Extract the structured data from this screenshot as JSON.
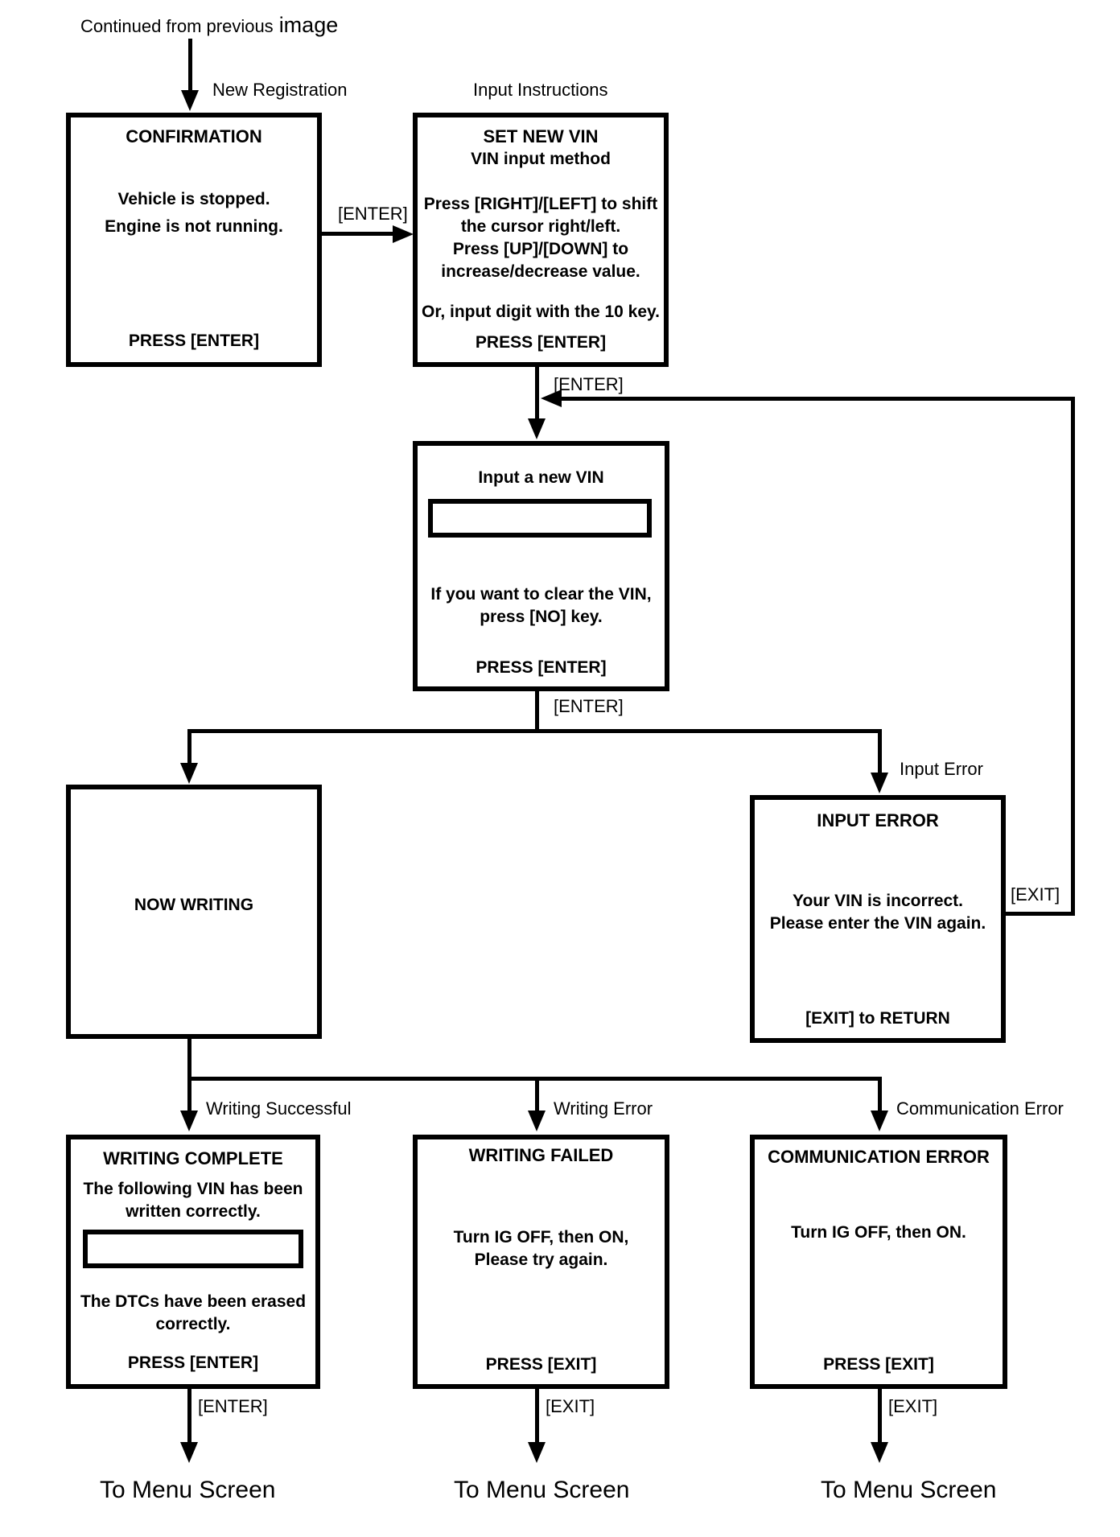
{
  "page": {
    "continued_prefix": "Continued from previous",
    "continued_suffix": "image"
  },
  "edge_labels": {
    "new_registration": "New Registration",
    "input_instructions": "Input Instructions",
    "enter": "[ENTER]",
    "exit": "[EXIT]",
    "input_error": "Input Error",
    "writing_successful": "Writing Successful",
    "writing_error": "Writing Error",
    "communication_error": "Communication Error",
    "to_menu_screen": "To Menu Screen"
  },
  "boxes": {
    "confirmation": {
      "title": "CONFIRMATION",
      "line1": "Vehicle is stopped.",
      "line2": "Engine is not running.",
      "footer": "PRESS [ENTER]"
    },
    "set_new_vin": {
      "title": "SET NEW VIN",
      "subtitle": "VIN input method",
      "line1": "Press [RIGHT]/[LEFT] to shift",
      "line2": "the cursor right/left.",
      "line3": "Press [UP]/[DOWN] to",
      "line4": "increase/decrease value.",
      "line5": "Or, input digit with the 10 key.",
      "footer": "PRESS [ENTER]"
    },
    "input_new_vin": {
      "title": "Input a new VIN",
      "vin_field_value": "",
      "line1": "If you want to clear the VIN,",
      "line2": "press [NO] key.",
      "footer": "PRESS [ENTER]"
    },
    "now_writing": {
      "title": "NOW WRITING"
    },
    "input_error": {
      "title": "INPUT ERROR",
      "line1": "Your VIN is incorrect.",
      "line2": "Please enter the VIN again.",
      "footer": "[EXIT] to RETURN"
    },
    "writing_complete": {
      "title": "WRITING COMPLETE",
      "line1": "The following VIN has been",
      "line2": "written correctly.",
      "vin_field_value": "",
      "line3": "The DTCs have been erased",
      "line4": "correctly.",
      "footer": "PRESS [ENTER]"
    },
    "writing_failed": {
      "title": "WRITING FAILED",
      "line1": "Turn IG OFF, then ON,",
      "line2": "Please try again.",
      "footer": "PRESS [EXIT]"
    },
    "communication_error": {
      "title": "COMMUNICATION ERROR",
      "line1": "Turn IG OFF, then ON.",
      "footer": "PRESS [EXIT]"
    }
  },
  "colors": {
    "ink": "#000000",
    "paper": "#ffffff"
  }
}
